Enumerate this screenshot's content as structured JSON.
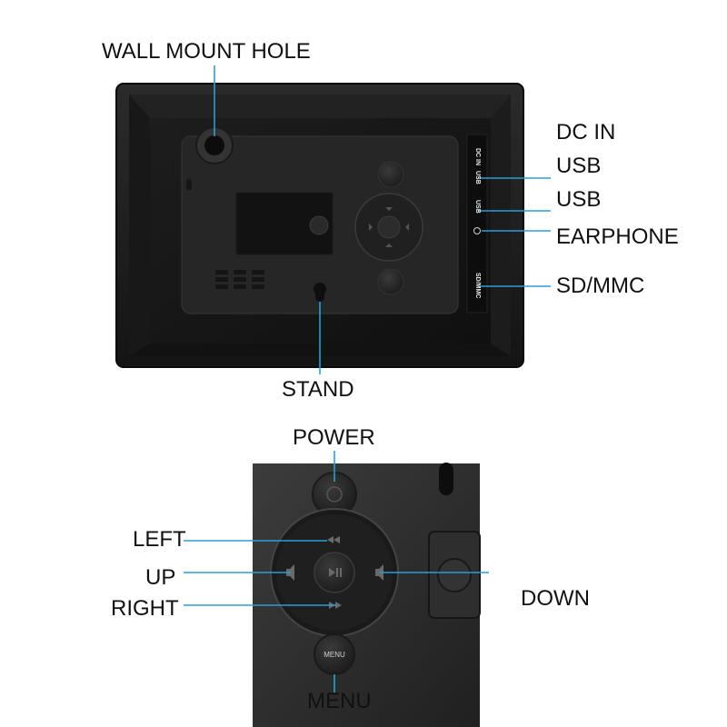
{
  "labels": {
    "wall_mount_hole": "WALL MOUNT HOLE",
    "dc_in": "DC IN",
    "usb_1": "USB",
    "usb_2": "USB",
    "earphone": "EARPHONE",
    "sd_mmc": "SD/MMC",
    "stand": "STAND",
    "power": "POWER",
    "left": "LEFT",
    "up": "UP",
    "right": "RIGHT",
    "down": "DOWN",
    "menu": "MENU"
  },
  "port_marks": {
    "dc_in": "DC IN",
    "usb_1": "USB",
    "usb_2": "USB",
    "sd_mmc": "SD/MMC"
  },
  "button_marks": {
    "menu": "MENU"
  },
  "colors": {
    "leader_line": "#2a9fd6",
    "frame": "#1a1a1a",
    "panel": "#262626",
    "panel_detail": "#1e1e1e"
  }
}
